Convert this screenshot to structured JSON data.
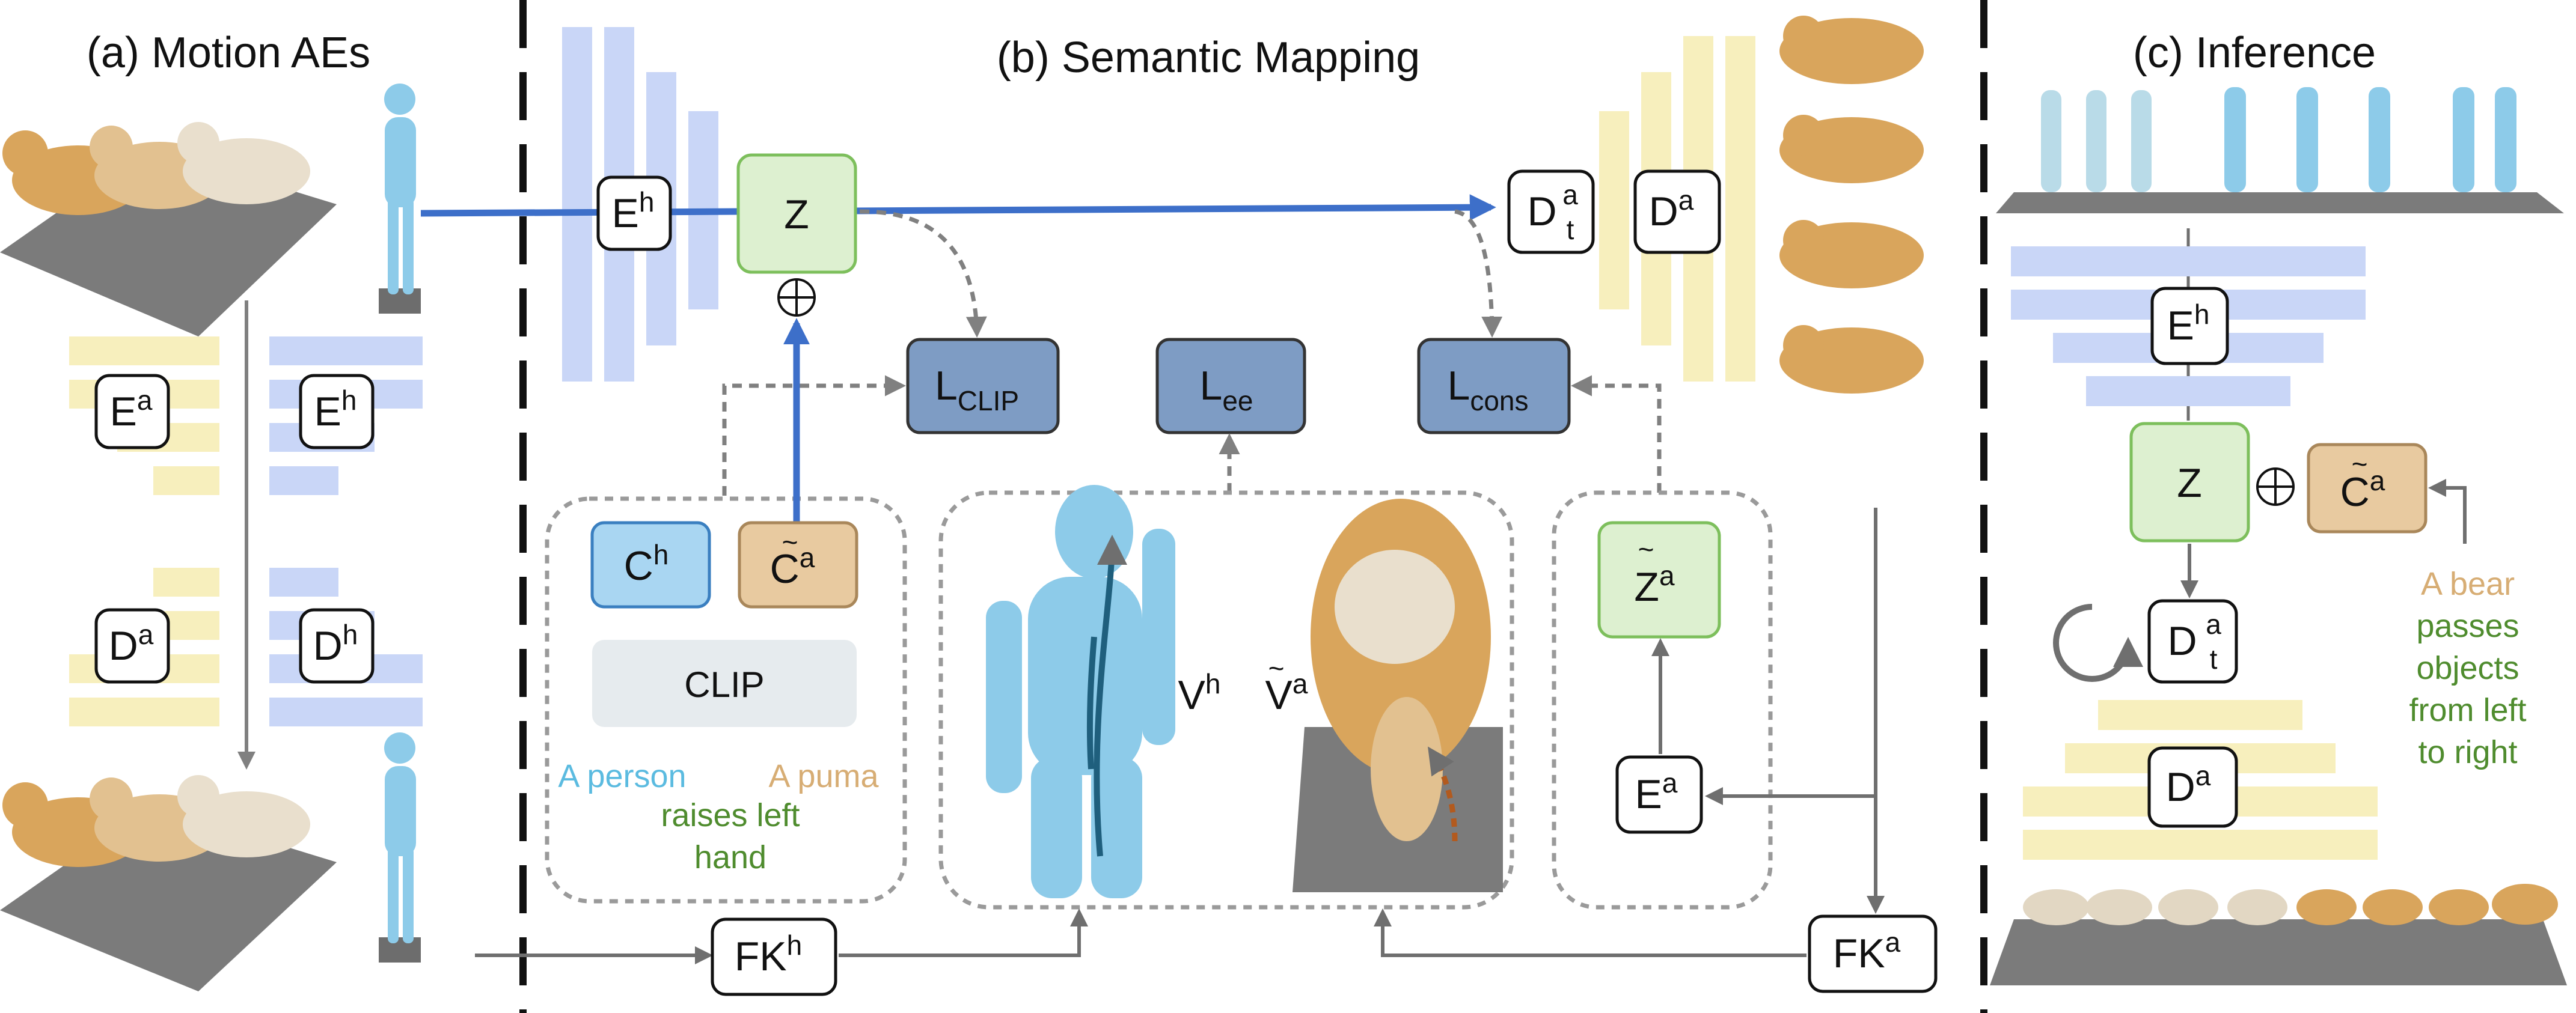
{
  "panels": {
    "a": "(a) Motion AEs",
    "b": "(b) Semantic Mapping",
    "c": "(c) Inference"
  },
  "encoders": {
    "ea": "E",
    "ea_sup": "a",
    "eh": "E",
    "eh_sup": "h",
    "da": "D",
    "da_sup": "a",
    "dh": "D",
    "dh_sup": "h",
    "z": "Z",
    "dta": "D",
    "dta_sup": "a",
    "dta_sub": "t",
    "ch": "C",
    "ch_sup": "h",
    "ca": "C",
    "ca_sup": "a",
    "ca_accent": "~",
    "za": "Z",
    "za_sup": "a",
    "za_accent": "~",
    "clip": "CLIP",
    "fkh": "FK",
    "fkh_sup": "h",
    "fka": "FK",
    "fka_sup": "a",
    "oplus": "⊕"
  },
  "losses": {
    "clip": "L",
    "clip_sub": "CLIP",
    "ee": "L",
    "ee_sub": "ee",
    "cons": "L",
    "cons_sub": "cons"
  },
  "vertices": {
    "vh": "V",
    "vh_sup": "h",
    "va": "V",
    "va_sup": "a",
    "va_accent": "~"
  },
  "captions": {
    "person": "A person",
    "puma": "A puma",
    "action_line1": "raises left",
    "action_line2": "hand",
    "inference_lines": [
      "A bear",
      "passes",
      "objects",
      "from left",
      "to right"
    ]
  },
  "colors": {
    "encoder_blue": "#c9d6f7",
    "decoder_yellow": "#f7efbd",
    "latent_green": "#ddf0d0",
    "latent_border": "#7dbf5c",
    "loss_blue": "#7e9cc4",
    "ch_box": "#a9d6f2",
    "ca_box": "#e8caa0",
    "clip_box": "#e6ebee",
    "arrow_blue": "#3d6fc9",
    "arrow_gray": "#6f6f6f",
    "human": "#8dcbe9",
    "animal": "#d9a55c",
    "caption_cyan": "#5bbbe0",
    "caption_tan": "#d7ad74",
    "caption_green": "#4f8c2e"
  },
  "icons": [
    "human-figure-icon",
    "animal-figure-icon",
    "ground-plane-icon",
    "recurrence-icon"
  ]
}
